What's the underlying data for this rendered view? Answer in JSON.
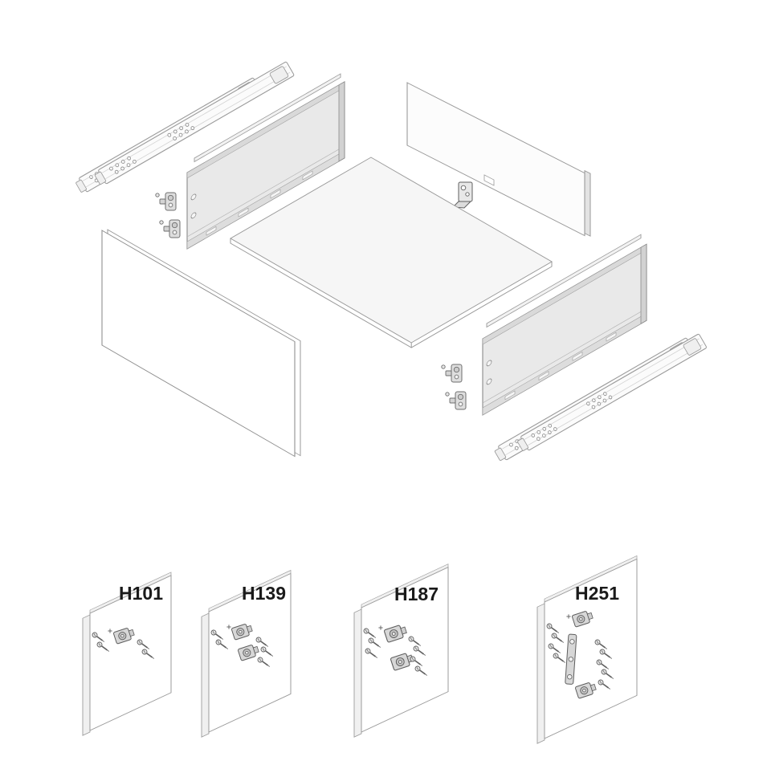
{
  "diagram": {
    "kind": "drawer-system-exploded-assembly",
    "variants": [
      {
        "label": "H101"
      },
      {
        "label": "H139"
      },
      {
        "label": "H187"
      },
      {
        "label": "H251"
      }
    ]
  },
  "colors": {
    "line": "#9a9a9a",
    "panel": "#e9e9e9",
    "label": "#1a1a1a"
  }
}
